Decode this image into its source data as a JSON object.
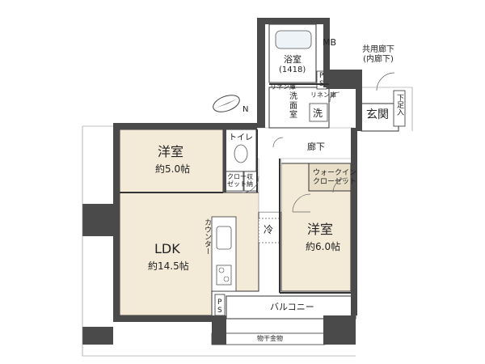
{
  "rooms": {
    "western_a": {
      "name": "洋室",
      "size": "約5.0帖"
    },
    "western_b": {
      "name": "洋室",
      "size": "約6.0帖"
    },
    "ldk": {
      "name": "LDK",
      "size": "約14.5帖"
    },
    "bath": {
      "name": "浴室",
      "size": "(1418)"
    },
    "toilet": {
      "name": "トイレ"
    },
    "washroom": {
      "name": "洗\n面\n室"
    },
    "entrance": {
      "name": "玄関"
    },
    "walkin_closet": {
      "name": "ウォークイン\nクローゼット"
    }
  },
  "labels": {
    "mb": "MB",
    "ps_top": "P\nS",
    "ps_bottom": "P\nS",
    "common_corridor": "共用廊下\n(内廊下)",
    "corridor": "廊下",
    "washer": "洗",
    "shoe": "下足入",
    "linen_1": "リネン庫",
    "linen_2": "リネン庫",
    "closet": "クロー\nゼット",
    "storage": "収\n納",
    "counter": "カウンター",
    "fridge": "冷",
    "balcony": "バルコニー",
    "drying": "物干金物",
    "compass": "N"
  },
  "colors": {
    "wall": "#4a4a4a",
    "floor_wood": "#f4ead8",
    "floor_wet": "#ffffff",
    "outline": "#333333",
    "wic_fill": "#e9dfc8"
  }
}
